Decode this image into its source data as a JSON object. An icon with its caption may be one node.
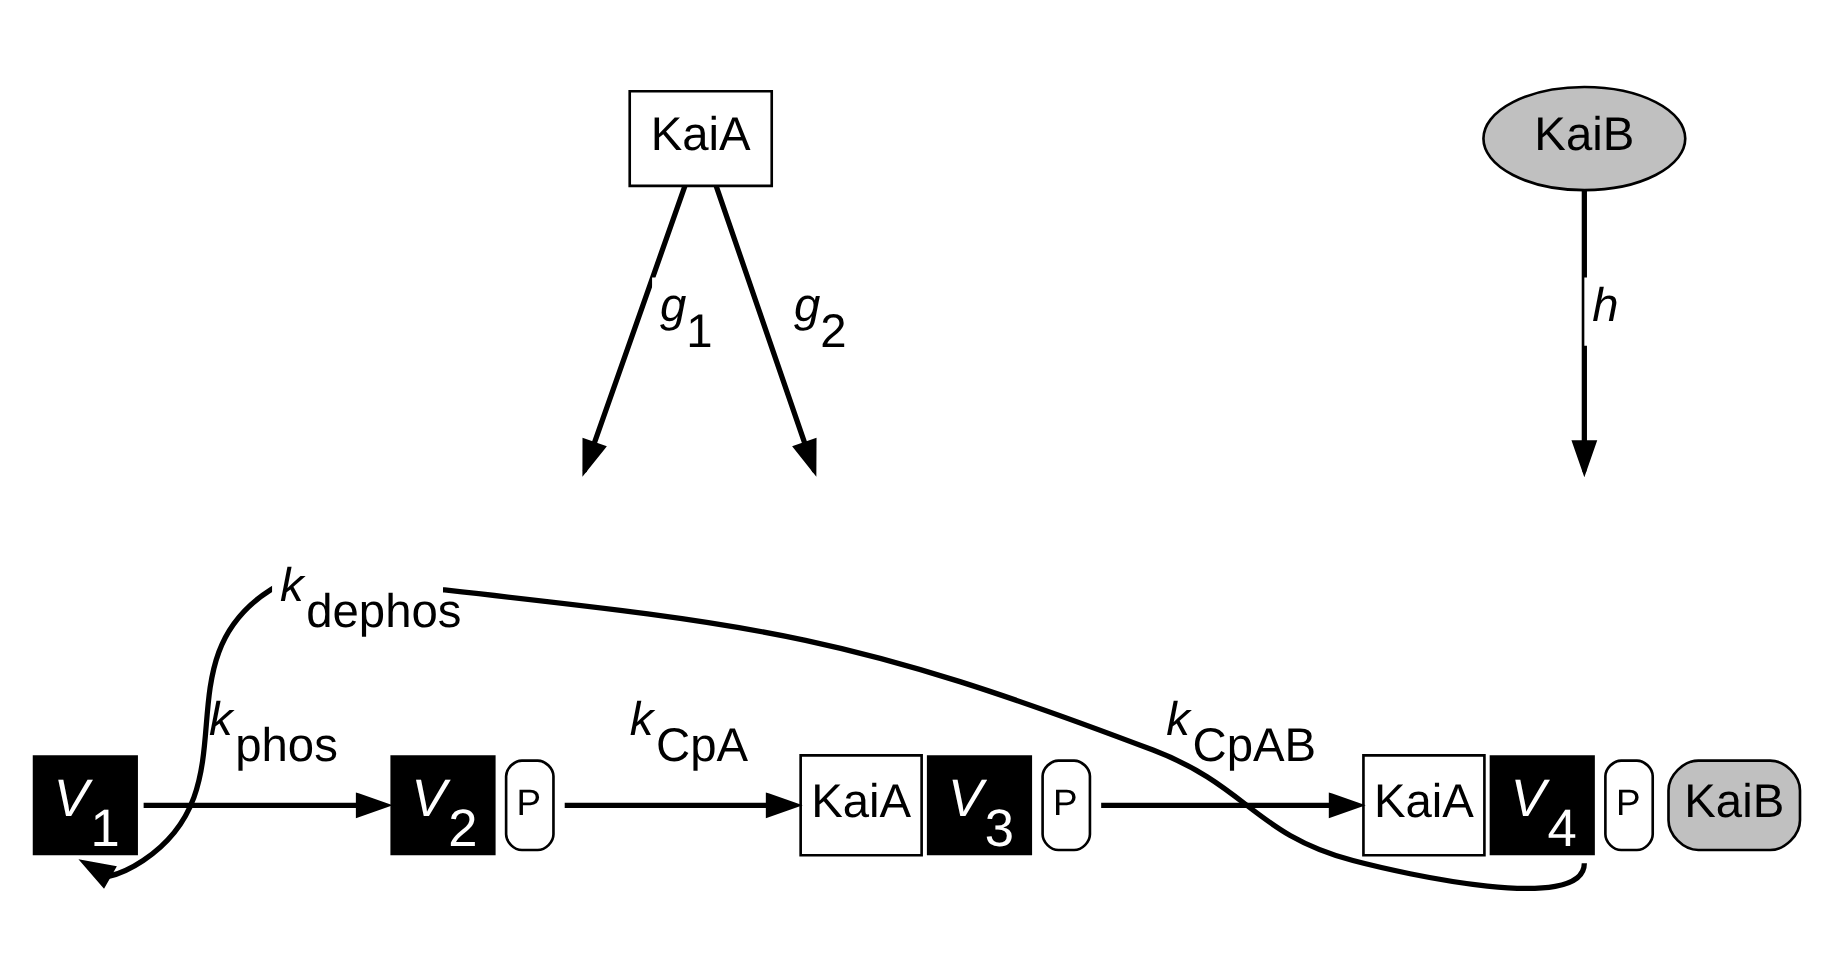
{
  "diagram": {
    "nodes": [
      {
        "text": [
          "*V*$_{1}$"
        ]
      },
      {
        "text": [
          "*V*$_{2}$",
          "P"
        ]
      },
      {
        "text": [
          "KaiA",
          "*V*$_{3}$",
          "P"
        ]
      },
      {
        "text": [
          "KaiA",
          "*V*$_{4}$",
          "P",
          "KaiB"
        ]
      },
      {
        "text": [
          "KaiA"
        ]
      },
      {
        "text": [
          "KaiB"
        ]
      }
    ],
    "edges": [
      {
        "from": 0,
        "to": 1,
        "arrow": "to",
        "label": "*k*$_{phos}$"
      },
      {
        "from": 1,
        "to": 2,
        "arrow": "to",
        "label": "*k*$_{CpA}$"
      },
      {
        "from": 2,
        "to": 3,
        "arrow": "to",
        "label": "*k*$_{CpAB}$"
      },
      {
        "from": 3,
        "to": 0,
        "arrow": "to",
        "label": "*k*$_{dephos}$"
      },
      {
        "from": 4,
        "to": null,
        "arrow": "to",
        "label": "*g*$_{1}$"
      },
      {
        "from": 4,
        "to": null,
        "arrow": "to",
        "label": "*g*$_{2}$"
      },
      {
        "from": 5,
        "to": null,
        "arrow": "to",
        "label": "*h*"
      }
    ]
  }
}
